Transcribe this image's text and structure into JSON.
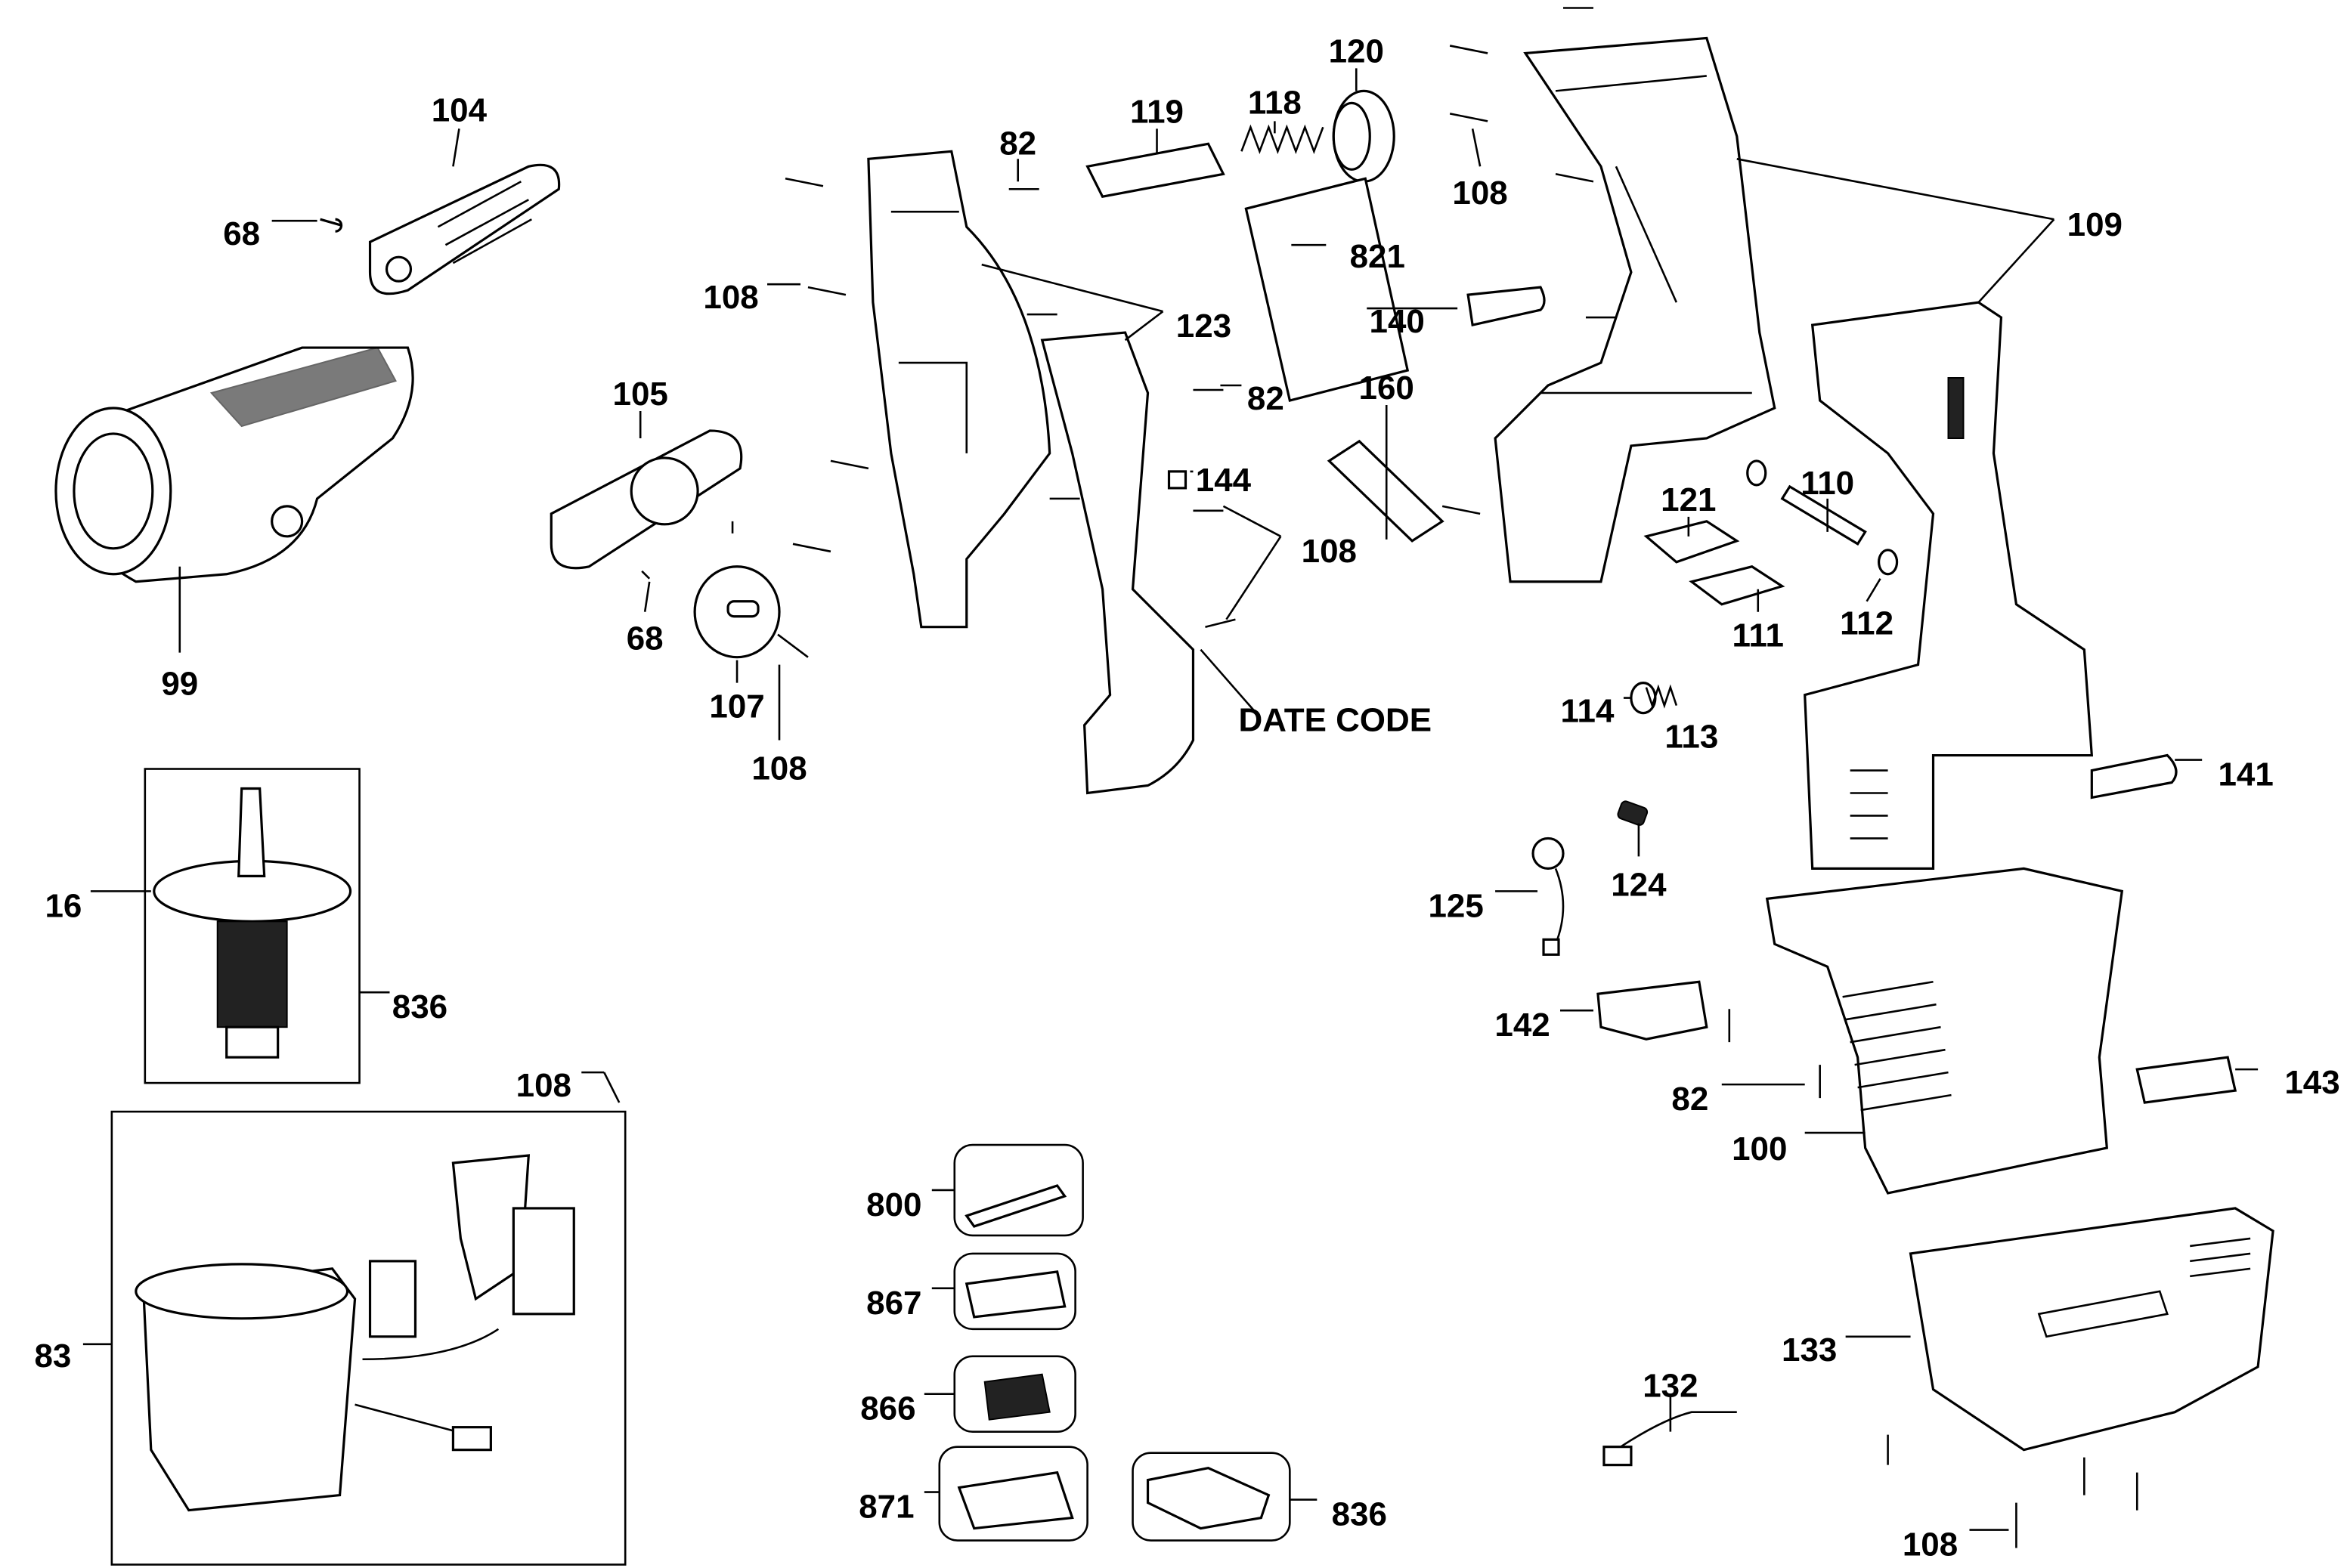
{
  "diagram": {
    "callouts": [
      "104",
      "68",
      "99",
      "105",
      "68",
      "107",
      "108",
      "108",
      "82",
      "119",
      "118",
      "120",
      "108",
      "109",
      "821",
      "123",
      "82",
      "140",
      "160",
      "144",
      "108",
      "110",
      "121",
      "111",
      "112",
      "DATE CODE",
      "114",
      "113",
      "141",
      "124",
      "125",
      "16",
      "836",
      "108",
      "142",
      "82",
      "143",
      "100",
      "83",
      "800",
      "867",
      "866",
      "871",
      "836",
      "133",
      "132",
      "108"
    ],
    "colors": {
      "ink": "#000000",
      "background": "#ffffff"
    }
  }
}
